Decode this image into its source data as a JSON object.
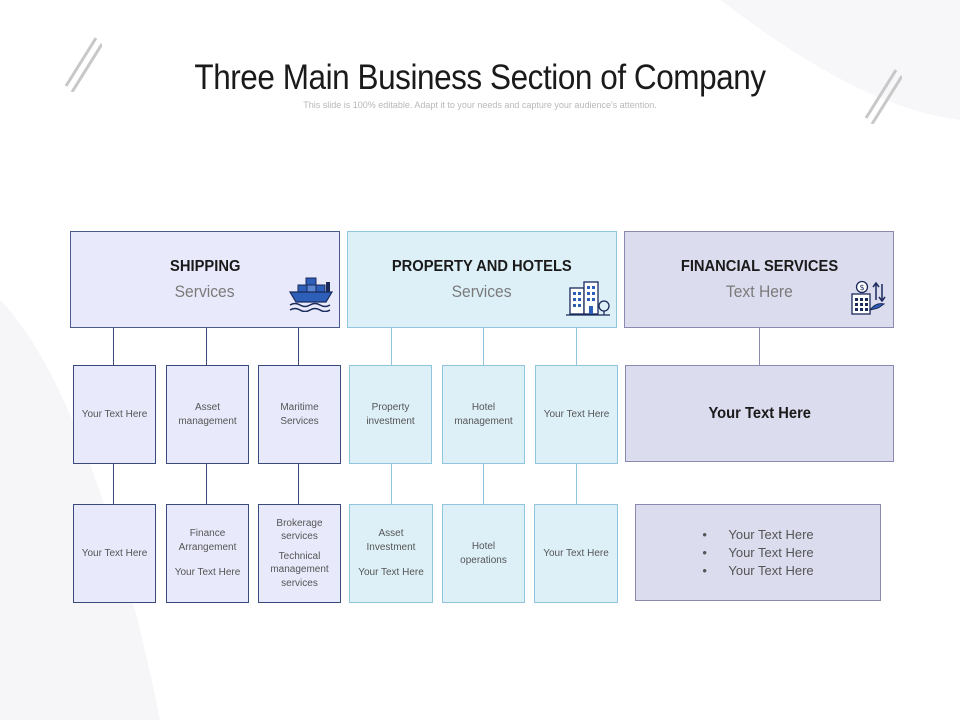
{
  "title": "Three Main Business Section of Company",
  "subtitle": "This slide is 100% editable.  Adapt it to your needs  and capture  your audience's  attention.",
  "sections": {
    "shipping": {
      "title": "SHIPPING",
      "subtitle": "Services",
      "icon": "ship-icon",
      "row1": [
        "Your Text Here",
        "Asset management",
        "Maritime Services"
      ],
      "row2": [
        [
          "Your Text Here"
        ],
        [
          "Finance Arrangement",
          "Your Text Here"
        ],
        [
          "Brokerage services",
          "Technical management services"
        ]
      ]
    },
    "property": {
      "title": "PROPERTY AND HOTELS",
      "subtitle": "Services",
      "icon": "hotel-building-icon",
      "row1": [
        "Property investment",
        "Hotel management",
        "Your Text Here"
      ],
      "row2": [
        [
          "Asset Investment",
          "Your Text Here"
        ],
        [
          "Hotel operations"
        ],
        [
          "Your Text Here"
        ]
      ]
    },
    "financial": {
      "title": "FINANCIAL SERVICES",
      "subtitle": "Text Here",
      "icon": "finance-icon",
      "row1": "Your Text Here",
      "bullets": [
        "Your Text Here",
        "Your Text Here",
        "Your Text Here"
      ]
    }
  },
  "colors": {
    "shipping_fill": "#e8eafb",
    "property_fill": "#ddf0f8",
    "financial_fill": "#dcdcef",
    "dark_border": "#3a4a7a",
    "light_border": "#8fc6dd",
    "icon_blue": "#2d5fb8"
  }
}
